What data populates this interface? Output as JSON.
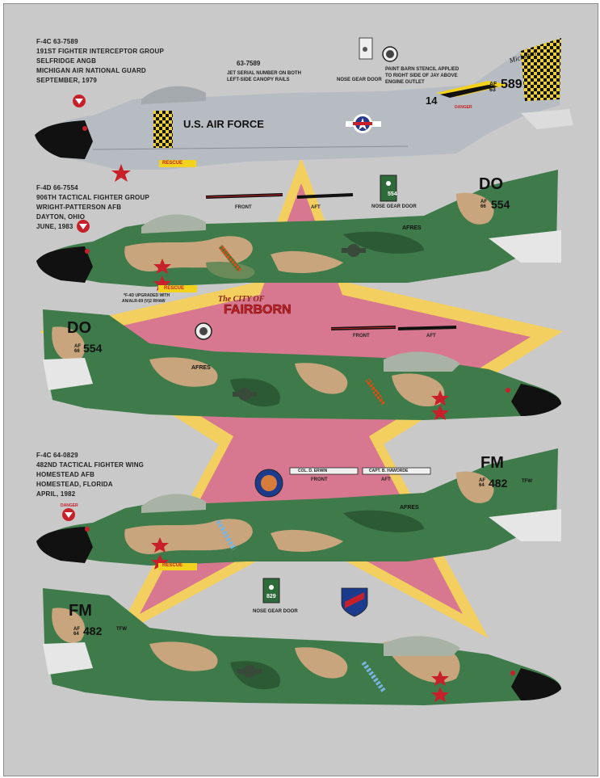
{
  "captions": [
    [
      "F-4C 63-7589",
      "191ST FIGHTER INTERCEPTOR GROUP",
      "SELFRIDGE ANGB",
      "MICHIGAN AIR NATIONAL GUARD",
      "SEPTEMBER, 1979"
    ],
    [
      "F-4D 66-7554",
      "906TH TACTICAL FIGHTER GROUP",
      "WRIGHT-PATTERSON AFB",
      "DAYTON, OHIO",
      "JUNE, 1983"
    ],
    [
      "F-4C 64-0829",
      "482ND TACTICAL FIGHTER WING",
      "HOMESTEAD AFB",
      "HOMESTEAD, FLORIDA",
      "APRIL, 1982"
    ]
  ],
  "labels": {
    "nose_gear_door": "NOSE GEAR DOOR",
    "front": "FRONT",
    "aft": "AFT",
    "afres": "AFRES",
    "rescue": "RESCUE",
    "danger": "DANGER"
  },
  "jet1": {
    "serial_label": "63-7589",
    "serial_note": [
      "JET SERIAL NUMBER ON BOTH",
      "LEFT-SIDE CANOPY RAILS"
    ],
    "stencil_note": [
      "PAINT BARN STENCIL APPLIED",
      "TO RIGHT SIDE OF JAY ABOVE",
      "ENGINE OUTLET"
    ],
    "service_marking": "U.S. AIR FORCE",
    "modex": "14",
    "tail_af": "AF",
    "tail_year": "63",
    "tail_serial": "589",
    "tail_script": "Michigan"
  },
  "jet2": {
    "gear_door_number": "554",
    "tail_code": "DO",
    "tail_af": "AF",
    "tail_year": "66",
    "tail_serial": "554",
    "upgrade_note": [
      "*F-4D UPGRADED WITH",
      "AN/ALR-69 (V)2 RHAW"
    ]
  },
  "jet3": {
    "city_title": "The CITY OF",
    "city_name": "FAIRBORN",
    "tail_code": "DO",
    "tail_af": "AF",
    "tail_year": "66",
    "tail_serial": "554"
  },
  "jet4": {
    "pilot_name": "COL. D. ERWIN",
    "wso_name": "CAPT. B. HAWORDE",
    "tail_code": "FM",
    "tail_af": "AF",
    "tail_year": "64",
    "tail_serial": "482",
    "tail_wing": "TFW"
  },
  "jet5": {
    "gear_door_number": "829",
    "tail_code": "FM",
    "tail_af": "AF",
    "tail_year": "64",
    "tail_serial": "482",
    "tail_wing": "TFW"
  },
  "colors": {
    "sheet_background": "#c9c9c9",
    "star_outer": "#f2cf5e",
    "star_inner": "#d77890",
    "camo_green": "#3f7a4a",
    "camo_tan": "#c8a57c",
    "grey_scheme": "#b7bcc2",
    "insignia_red": "#c8202a"
  }
}
